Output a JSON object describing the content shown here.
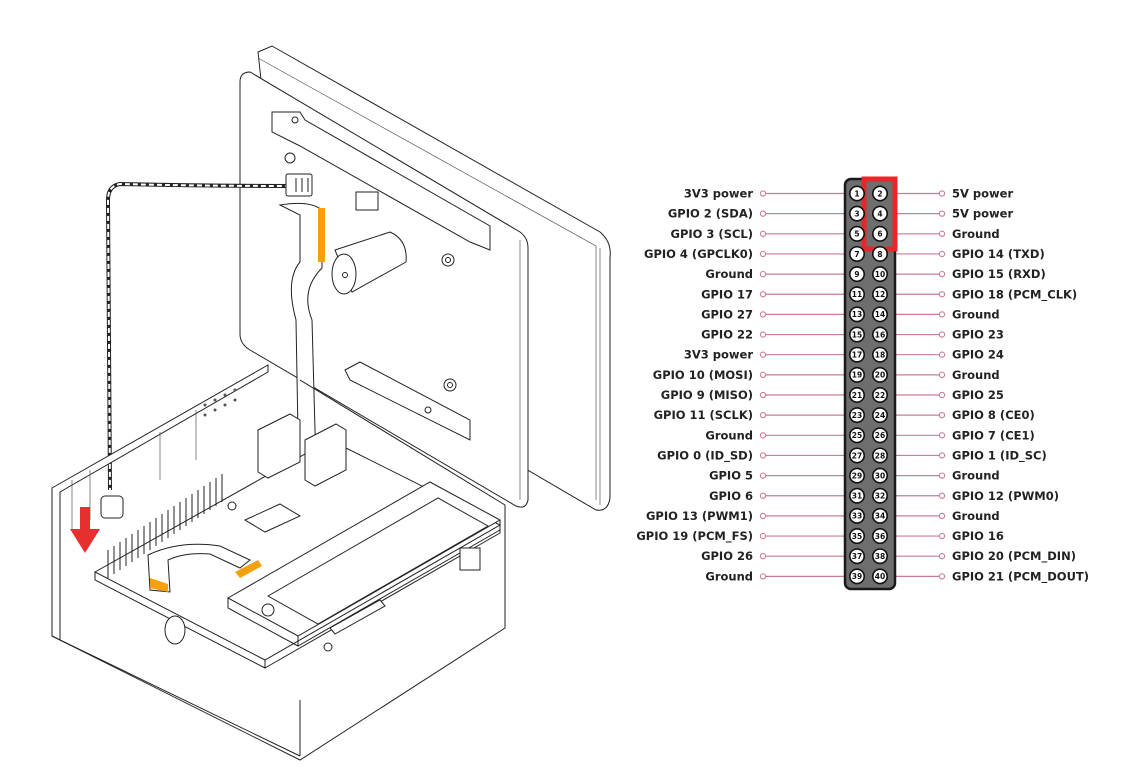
{
  "illustration": {
    "description": "Exploded isometric assembly: touchscreen display mounted on case lid, fan cable routed to GPIO header, red arrow showing insertion direction",
    "accent_colors": {
      "ribbon": "#f5a00f",
      "arrow": "#e63030"
    }
  },
  "pinout": {
    "highlight_pins": [
      2,
      4,
      6
    ],
    "colors": {
      "line": "#c97d93",
      "header_body": "#6e6e6e",
      "header_border": "#1a1a1a",
      "highlight": "#e8262b",
      "pin_fill": "#ffffff"
    },
    "left_labels": [
      "3V3 power",
      "GPIO 2 (SDA)",
      "GPIO 3 (SCL)",
      "GPIO 4 (GPCLK0)",
      "Ground",
      "GPIO 17",
      "GPIO 27",
      "GPIO 22",
      "3V3 power",
      "GPIO 10 (MOSI)",
      "GPIO 9 (MISO)",
      "GPIO 11 (SCLK)",
      "Ground",
      "GPIO 0 (ID_SD)",
      "GPIO 5",
      "GPIO 6",
      "GPIO 13 (PWM1)",
      "GPIO 19 (PCM_FS)",
      "GPIO 26",
      "Ground"
    ],
    "right_labels": [
      "5V power",
      "5V power",
      "Ground",
      "GPIO 14 (TXD)",
      "GPIO 15 (RXD)",
      "GPIO 18 (PCM_CLK)",
      "Ground",
      "GPIO 23",
      "GPIO 24",
      "Ground",
      "GPIO 25",
      "GPIO 8 (CE0)",
      "GPIO 7 (CE1)",
      "GPIO 1 (ID_SC)",
      "Ground",
      "GPIO 12 (PWM0)",
      "Ground",
      "GPIO 16",
      "GPIO 20 (PCM_DIN)",
      "GPIO 21 (PCM_DOUT)"
    ],
    "left_pins": [
      "1",
      "3",
      "5",
      "7",
      "9",
      "11",
      "13",
      "15",
      "17",
      "19",
      "21",
      "23",
      "25",
      "27",
      "29",
      "31",
      "33",
      "35",
      "37",
      "39"
    ],
    "right_pins": [
      "2",
      "4",
      "6",
      "8",
      "10",
      "12",
      "14",
      "16",
      "18",
      "20",
      "22",
      "24",
      "26",
      "28",
      "30",
      "32",
      "34",
      "36",
      "38",
      "40"
    ]
  }
}
